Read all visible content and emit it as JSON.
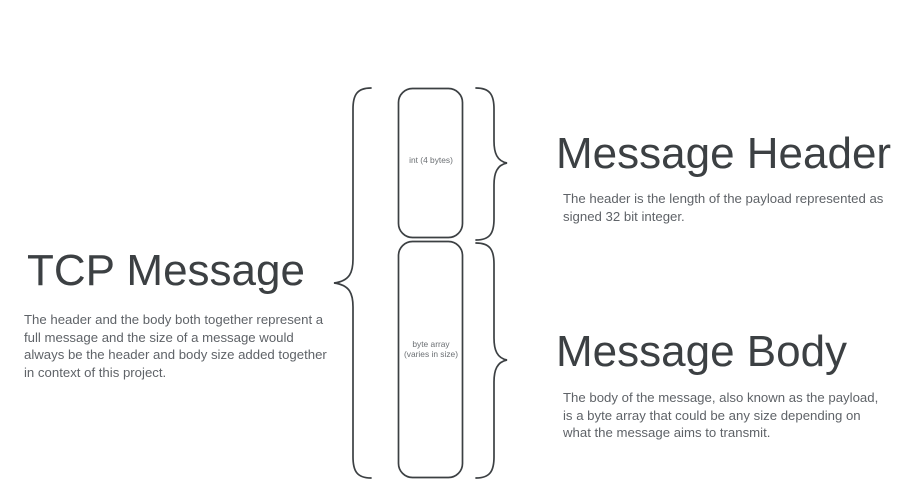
{
  "diagram": {
    "title_left": "TCP Message",
    "background_color": "#ffffff",
    "stroke_color": "#3c4043",
    "heading_color": "#3c4043",
    "body_text_color": "#5f6368",
    "label_color": "#6b6f73"
  },
  "tcp_message": {
    "heading": "TCP Message",
    "description": "The header and the body both together represent a full message and the size of a message would always be the header and body size added together in context of this project."
  },
  "message_header": {
    "heading": "Message Header",
    "description": "The header is the length of the payload represented as signed 32 bit integer."
  },
  "message_body": {
    "heading": "Message Body",
    "description": "The body of the message, also known as the payload, is a byte array that could be any size depending on what the message aims to transmit."
  },
  "boxes": {
    "header_box": {
      "label": "int (4 bytes)"
    },
    "body_box": {
      "label_line1": "byte array",
      "label_line2": "(varies in size)"
    }
  },
  "braces": {
    "left_brace_name": "tcp-message-brace",
    "right_brace_header_name": "message-header-brace",
    "right_brace_body_name": "message-body-brace"
  }
}
